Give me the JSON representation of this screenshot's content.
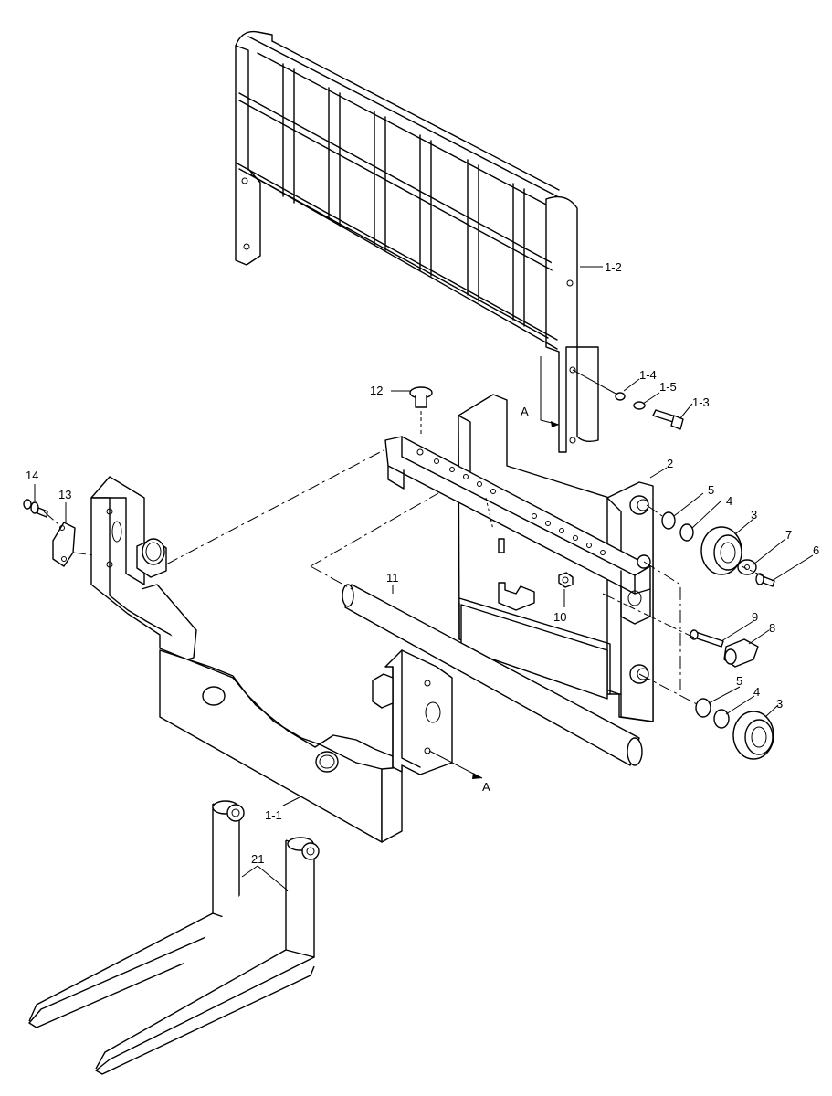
{
  "labels": {
    "p1_2": "1-2",
    "p1_4": "1-4",
    "p1_5": "1-5",
    "p1_3": "1-3",
    "p12": "12",
    "pA_top": "A",
    "p2": "2",
    "p5_top": "5",
    "p4_top": "4",
    "p3_top": "3",
    "p7": "7",
    "p6": "6",
    "p14": "14",
    "p13": "13",
    "p11": "11",
    "p10": "10",
    "p9": "9",
    "p8": "8",
    "p5_bot": "5",
    "p4_bot": "4",
    "p3_bot": "3",
    "pA_bot": "A",
    "p1_1": "1-1",
    "p21": "21"
  }
}
